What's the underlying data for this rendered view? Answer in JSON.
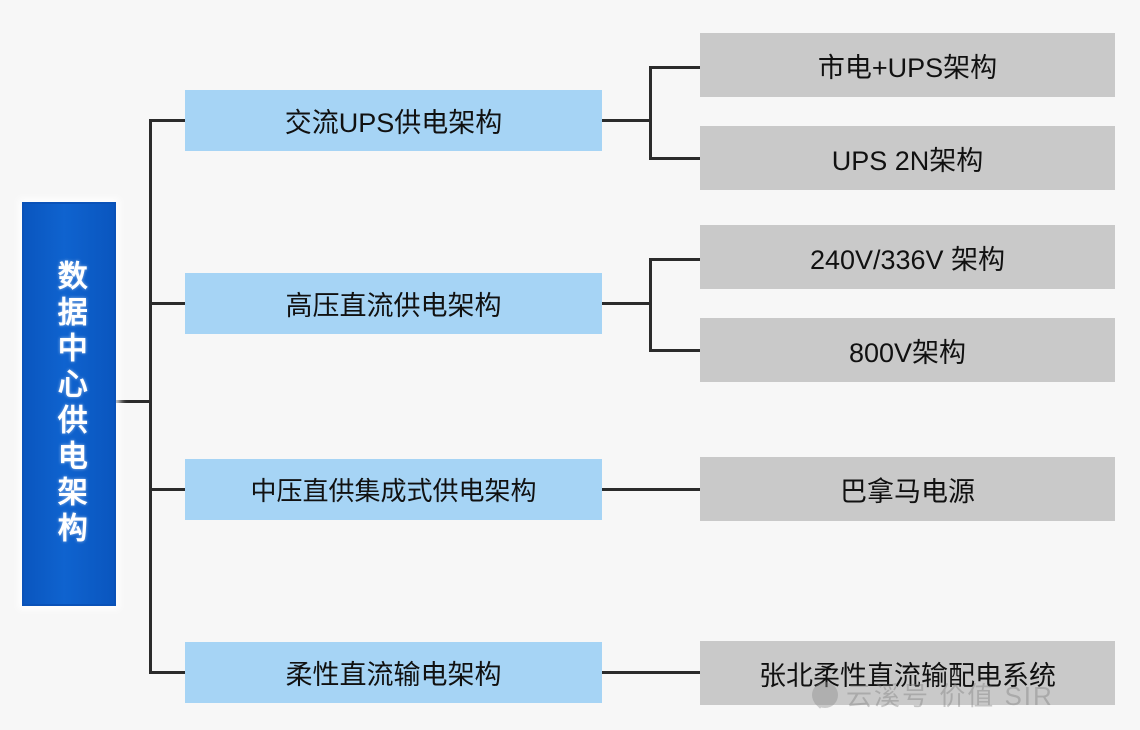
{
  "diagram": {
    "type": "tree",
    "title": "数据中心供电架构",
    "colors": {
      "background": "#f7f7f7",
      "root_fill": "#0a56bf",
      "root_text": "#ffffff",
      "level1_fill": "#a6d4f5",
      "level2_fill": "#c9c9c9",
      "node_text": "#111111",
      "connector": "#2b2b2b"
    },
    "root": {
      "label": "数据中心供电架构"
    },
    "branches": [
      {
        "label": "交流UPS供电架构",
        "children": [
          {
            "label": "市电+UPS架构"
          },
          {
            "label": "UPS 2N架构"
          }
        ]
      },
      {
        "label": "高压直流供电架构",
        "children": [
          {
            "label": "240V/336V 架构"
          },
          {
            "label": "800V架构"
          }
        ]
      },
      {
        "label": "中压直供集成式供电架构",
        "children": [
          {
            "label": "巴拿马电源"
          }
        ]
      },
      {
        "label": "柔性直流输电架构",
        "children": [
          {
            "label": "张北柔性直流输配电系统"
          }
        ]
      }
    ]
  },
  "watermark": {
    "text": "云溪号 价值 SIR",
    "logo": "watermark-logo-icon"
  }
}
